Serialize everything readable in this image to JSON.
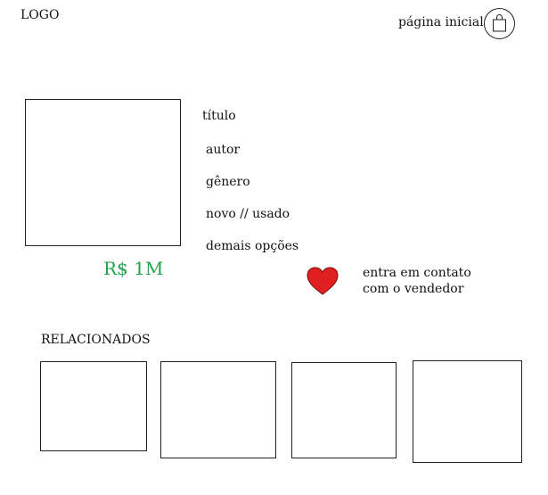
{
  "header": {
    "logo": "LOGO",
    "home_link": "página inicial",
    "cart_icon": "shopping-bag-icon"
  },
  "product": {
    "title": "título",
    "author": "autor",
    "genre": "gênero",
    "condition": "novo // usado",
    "more_options": "demais opções",
    "price": "R$ 1M",
    "price_color": "#1fa24a"
  },
  "actions": {
    "favorite_icon": "heart-icon",
    "favorite_color": "#e02020",
    "contact_line1": "entra em contato",
    "contact_line2": "com o vendedor"
  },
  "related": {
    "heading": "RELACIONADOS",
    "items": [
      {
        "label": ""
      },
      {
        "label": ""
      },
      {
        "label": ""
      },
      {
        "label": ""
      }
    ]
  }
}
